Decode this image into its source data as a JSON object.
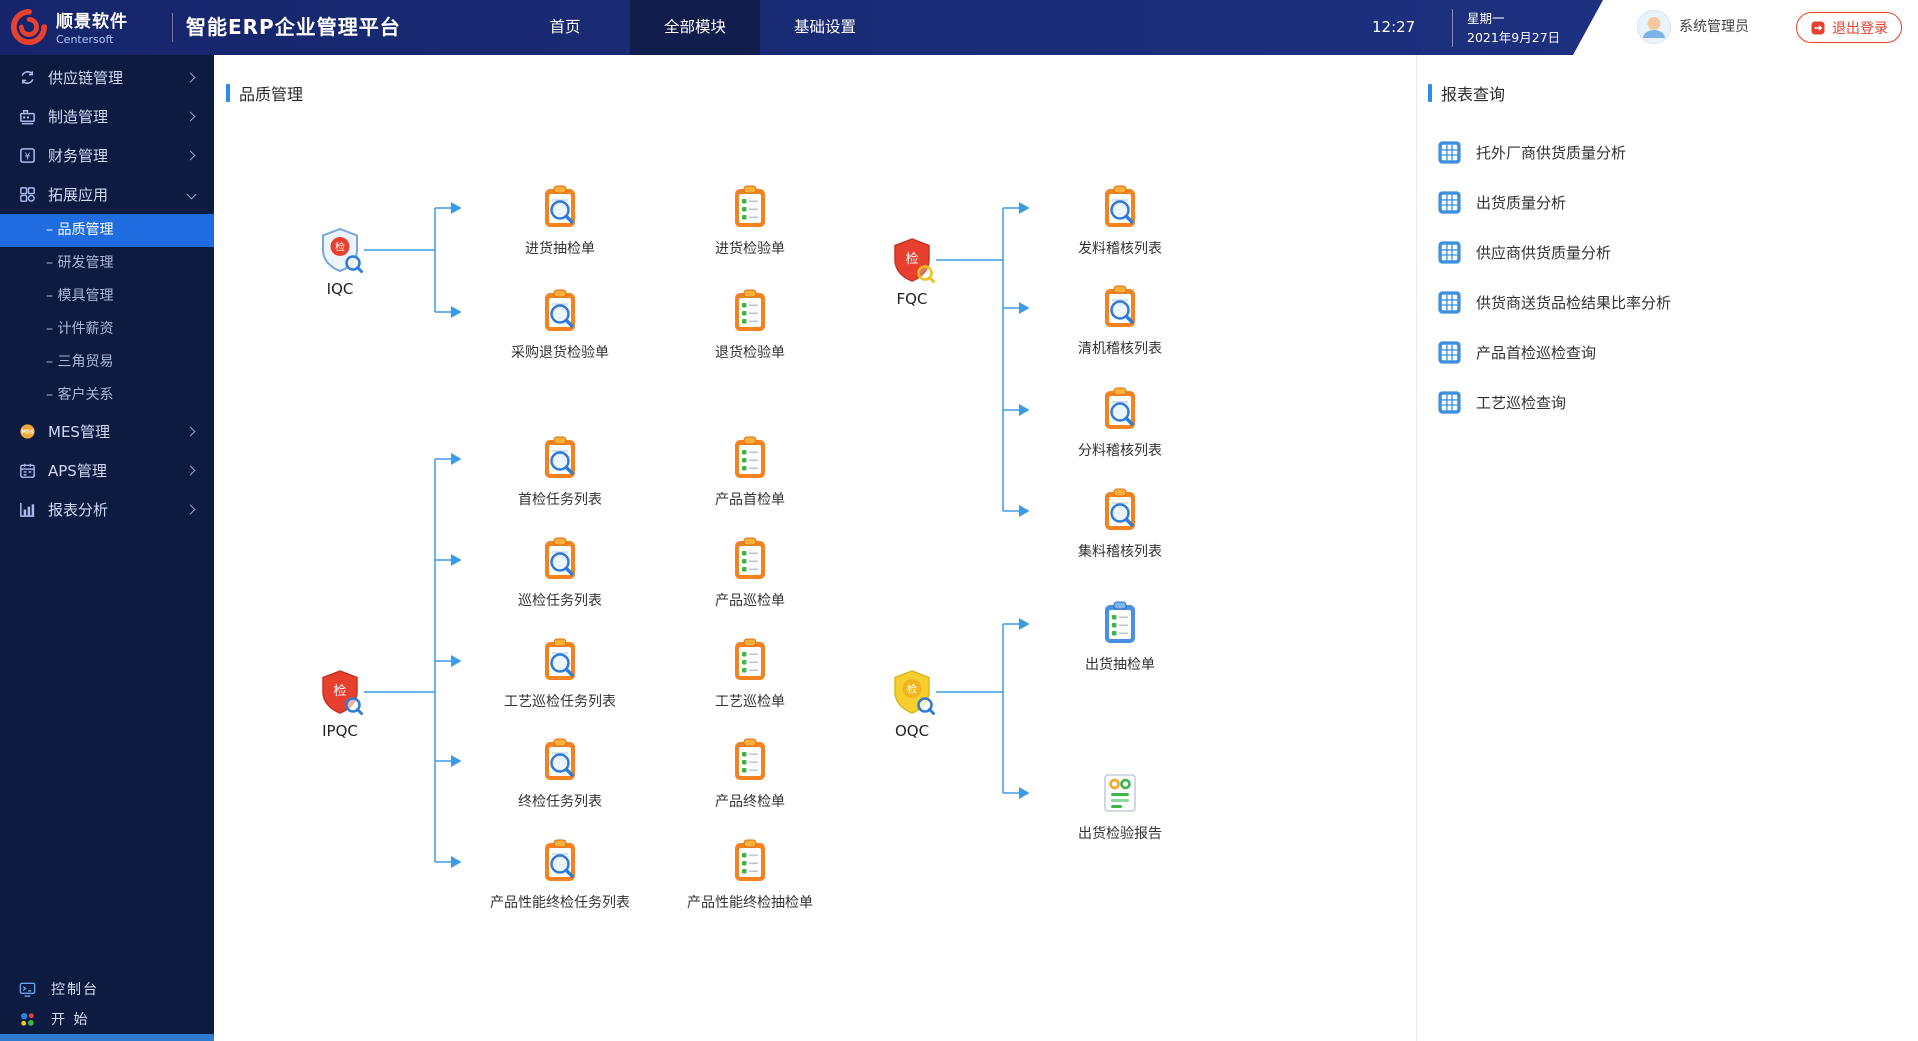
{
  "colors": {
    "header_bg": "#1c2d74",
    "header_active_tab": "#111d4c",
    "sidebar_bg": "#0d1b40",
    "sidebar_selected": "#1f6ce0",
    "accent_blue": "#2e8be6",
    "connector_blue": "#3d9be9",
    "shield_red": "#e8402f",
    "shield_yellow": "#f6cf2f",
    "clipboard_orange": "#f58220",
    "clipboard_blue": "#4a90e2",
    "check_green": "#3cb54a",
    "logout_red": "#e8402f"
  },
  "header": {
    "logo_text": "顺景软件",
    "logo_sub": "Centersoft",
    "app_title": "智能ERP企业管理平台",
    "nav": [
      {
        "label": "首页"
      },
      {
        "label": "全部模块"
      },
      {
        "label": "基础设置"
      }
    ],
    "time": "12:27",
    "weekday": "星期一",
    "date": "2021年9月27日",
    "username": "系统管理员",
    "logout": "退出登录"
  },
  "sidebar": {
    "items": [
      {
        "label": "供应链管理"
      },
      {
        "label": "制造管理"
      },
      {
        "label": "财务管理"
      },
      {
        "label": "拓展应用",
        "expanded": true
      },
      {
        "label": "MES管理"
      },
      {
        "label": "APS管理"
      },
      {
        "label": "报表分析"
      }
    ],
    "submenu": [
      {
        "label": "品质管理",
        "selected": true
      },
      {
        "label": "研发管理"
      },
      {
        "label": "模具管理"
      },
      {
        "label": "计件薪资"
      },
      {
        "label": "三角贸易"
      },
      {
        "label": "客户关系"
      }
    ],
    "console": "控制台",
    "start": "开 始"
  },
  "main": {
    "title": "品质管理",
    "iqc": {
      "name": "IQC",
      "col1": [
        "进货抽检单",
        "采购退货检验单"
      ],
      "col2": [
        "进货检验单",
        "退货检验单"
      ]
    },
    "ipqc": {
      "name": "IPQC",
      "col1": [
        "首检任务列表",
        "巡检任务列表",
        "工艺巡检任务列表",
        "终检任务列表",
        "产品性能终检任务列表"
      ],
      "col2": [
        "产品首检单",
        "产品巡检单",
        "工艺巡检单",
        "产品终检单",
        "产品性能终检抽检单"
      ]
    },
    "fqc": {
      "name": "FQC",
      "items": [
        "发料稽核列表",
        "清机稽核列表",
        "分料稽核列表",
        "集料稽核列表"
      ]
    },
    "oqc": {
      "name": "OQC",
      "items": [
        "出货抽检单",
        "出货检验报告"
      ]
    }
  },
  "reports": {
    "title": "报表查询",
    "items": [
      "托外厂商供货质量分析",
      "出货质量分析",
      "供应商供货质量分析",
      "供货商送货品检结果比率分析",
      "产品首检巡检查询",
      "工艺巡检查询"
    ]
  }
}
